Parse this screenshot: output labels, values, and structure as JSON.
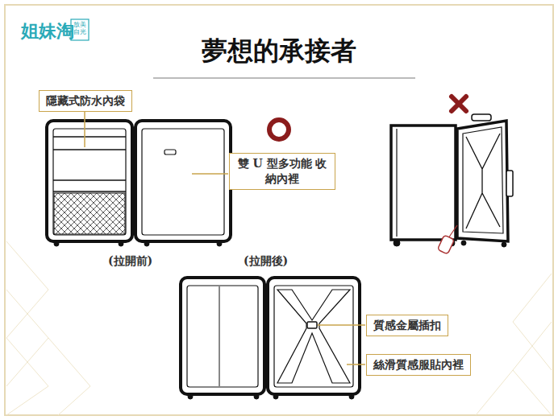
{
  "diagram": {
    "title": "夢想的承接者",
    "nodes": [
      {
        "text": [
          "隱藏式防水內袋"
        ]
      },
      {
        "text": [
          "雙 U 型多功能 收納內裡"
        ]
      },
      {
        "text": [
          "質感金屬插扣"
        ]
      },
      {
        "text": [
          "絲滑質感服貼內裡"
        ]
      }
    ],
    "labels": [
      "姐妹淘",
      "放美 自光",
      "(拉開前)",
      "(拉開後)"
    ]
  }
}
